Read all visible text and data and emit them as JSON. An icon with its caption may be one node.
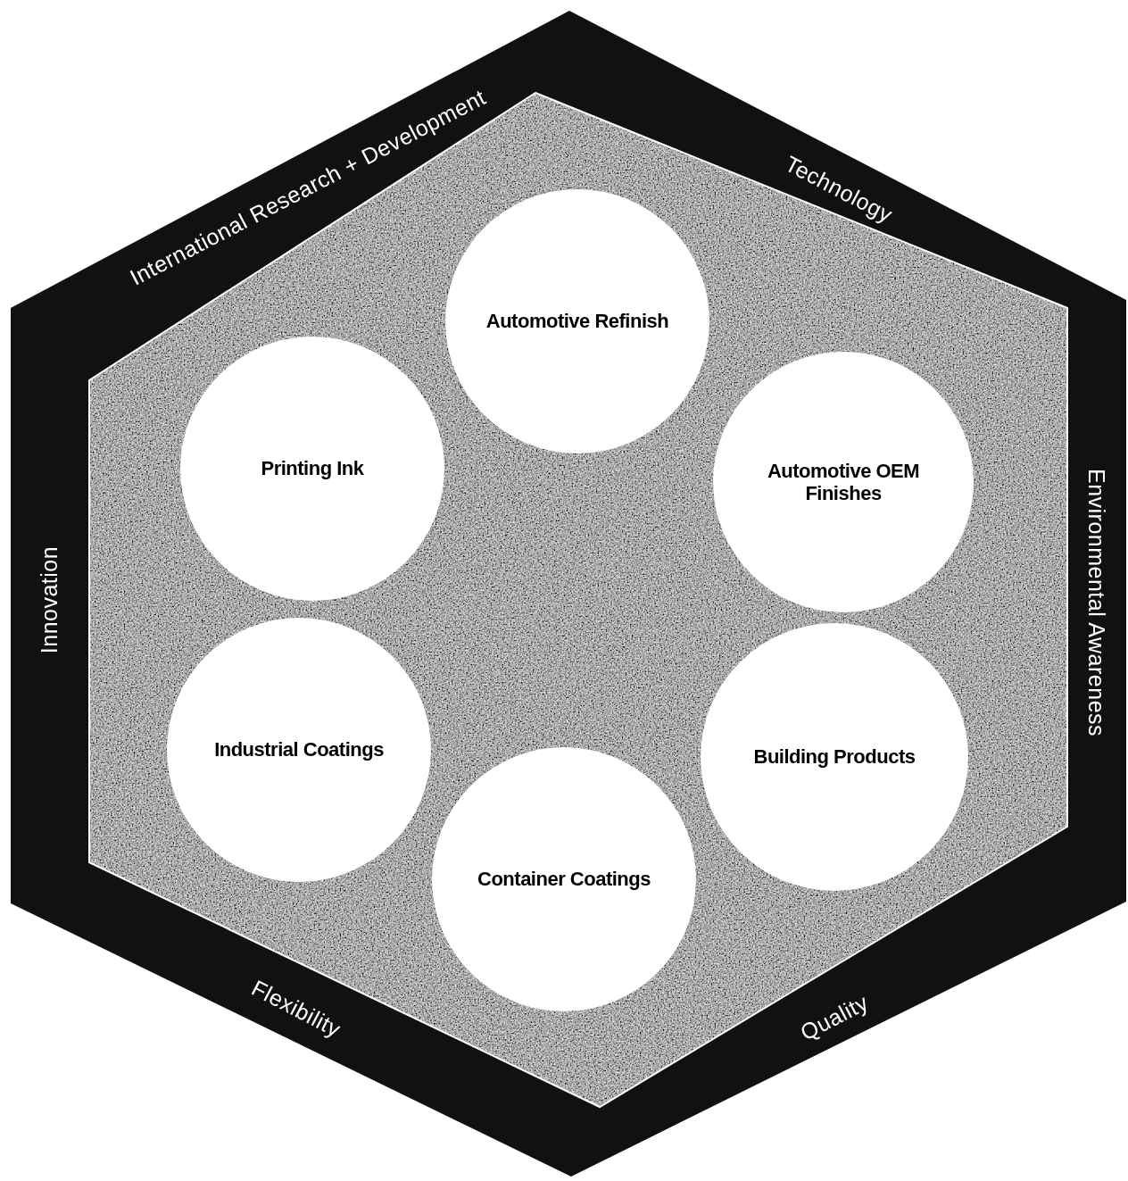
{
  "diagram": {
    "nodes": [
      {
        "text": [
          "International Research + Development",
          "Technology",
          "Innovation",
          "Environmental Awareness",
          "Flexibility",
          "Quality"
        ]
      },
      {
        "text": [
          "Automotive Refinish"
        ],
        "in": 0
      },
      {
        "text": [
          "Printing Ink"
        ],
        "in": 0
      },
      {
        "text": [
          "Automotive OEM Finishes"
        ],
        "in": 0
      },
      {
        "text": [
          "Industrial Coatings"
        ],
        "in": 0
      },
      {
        "text": [
          "Building Products"
        ],
        "in": 0
      },
      {
        "text": [
          "Container Coatings"
        ],
        "in": 0
      }
    ]
  }
}
